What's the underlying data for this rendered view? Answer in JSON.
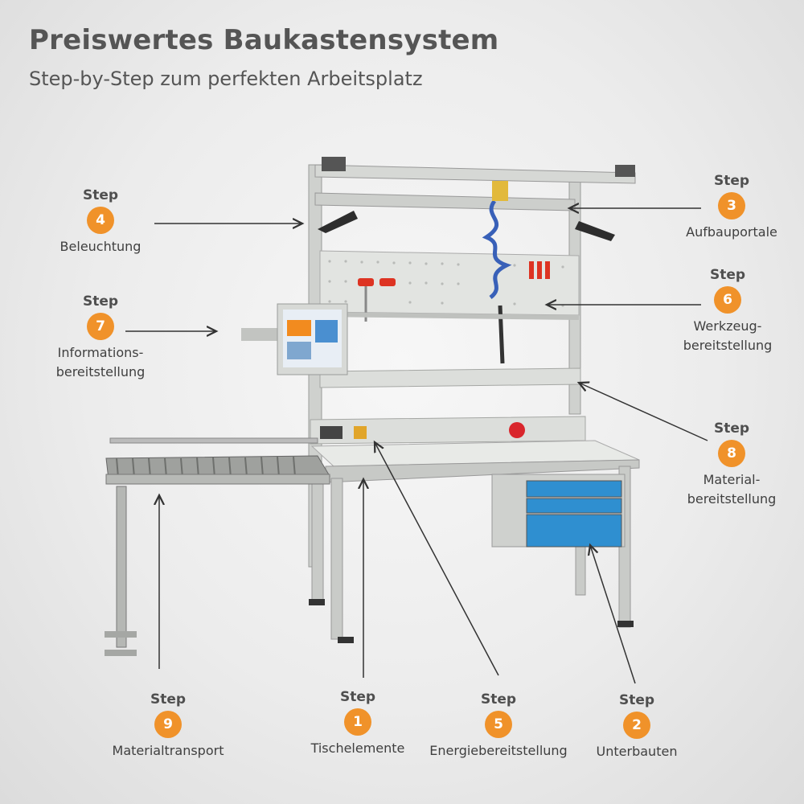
{
  "header": {
    "title": "Preiswertes Baukastensystem",
    "subtitle": "Step-by-Step zum perfekten Arbeitsplatz"
  },
  "steps": [
    {
      "id": "step-4",
      "word": "Step",
      "number": "4",
      "label_lines": [
        "Beleuchtung"
      ]
    },
    {
      "id": "step-7",
      "word": "Step",
      "number": "7",
      "label_lines": [
        "Informations-",
        "bereitstellung"
      ]
    },
    {
      "id": "step-3",
      "word": "Step",
      "number": "3",
      "label_lines": [
        "Aufbauportale"
      ]
    },
    {
      "id": "step-6",
      "word": "Step",
      "number": "6",
      "label_lines": [
        "Werkzeug-",
        "bereitstellung"
      ]
    },
    {
      "id": "step-8",
      "word": "Step",
      "number": "8",
      "label_lines": [
        "Material-",
        "bereitstellung"
      ]
    },
    {
      "id": "step-9",
      "word": "Step",
      "number": "9",
      "label_lines": [
        "Materialtransport"
      ]
    },
    {
      "id": "step-1",
      "word": "Step",
      "number": "1",
      "label_lines": [
        "Tischelemente"
      ]
    },
    {
      "id": "step-5",
      "word": "Step",
      "number": "5",
      "label_lines": [
        "Energiebereitstellung"
      ]
    },
    {
      "id": "step-2",
      "word": "Step",
      "number": "2",
      "label_lines": [
        "Unterbauten"
      ]
    }
  ],
  "colors": {
    "accent": "#f0922a",
    "frame": "#c9cbc8",
    "drawer": "#2f8fd0",
    "emergency": "#d9262c"
  }
}
